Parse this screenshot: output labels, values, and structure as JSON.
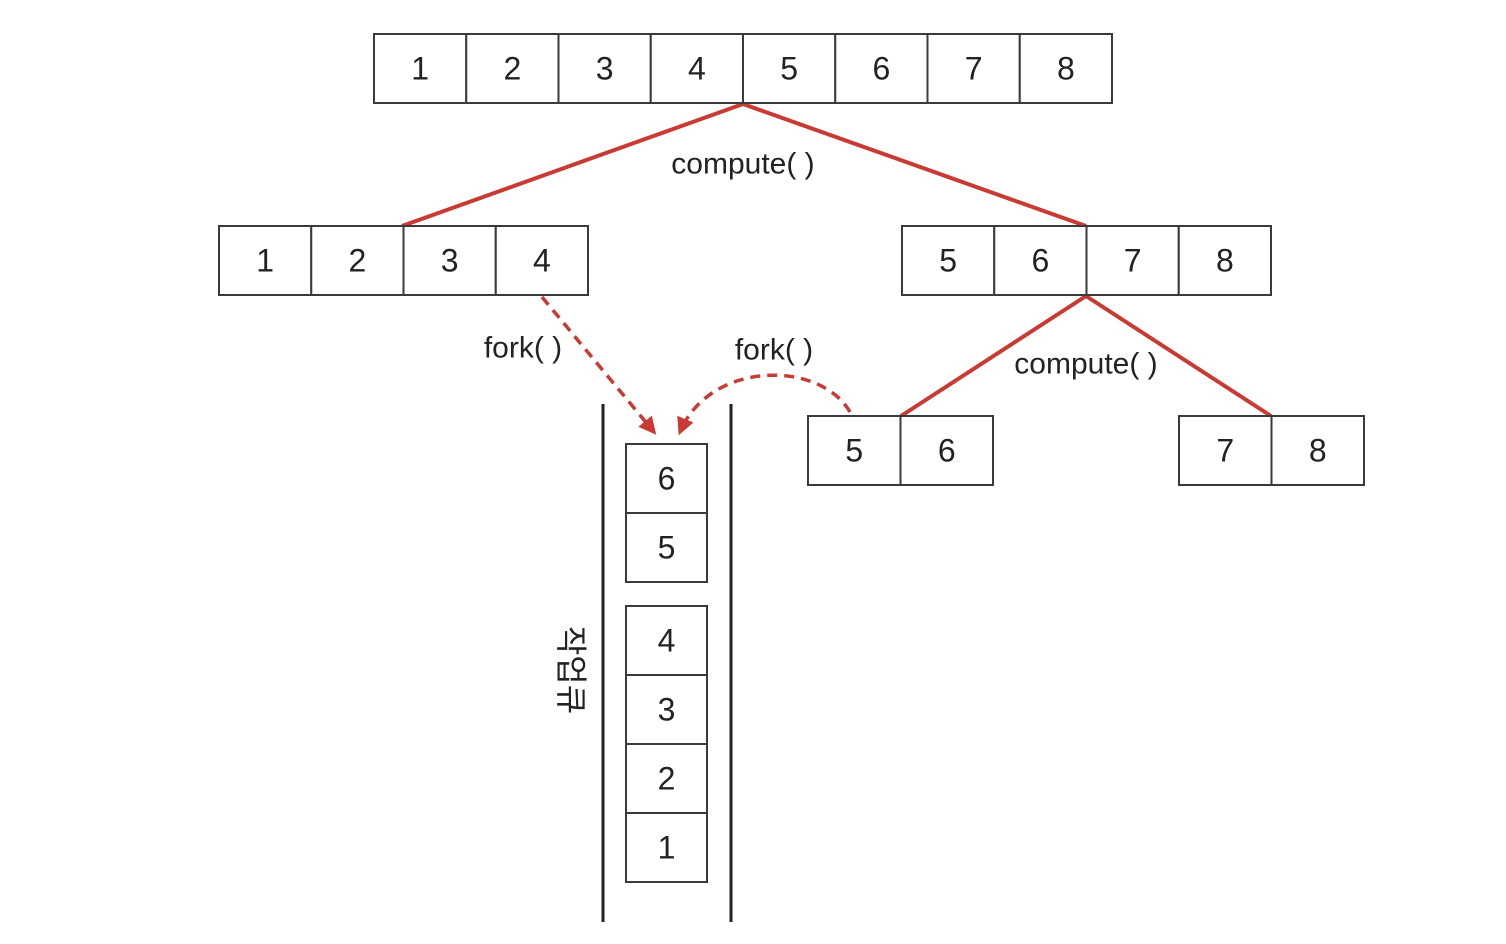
{
  "colors": {
    "accent": "#c83a32",
    "box_border": "#3a3a3a",
    "text": "#222222"
  },
  "top_array": {
    "cells": [
      "1",
      "2",
      "3",
      "4",
      "5",
      "6",
      "7",
      "8"
    ]
  },
  "level1": {
    "left": {
      "cells": [
        "1",
        "2",
        "3",
        "4"
      ]
    },
    "right": {
      "cells": [
        "5",
        "6",
        "7",
        "8"
      ]
    }
  },
  "level2": {
    "left": {
      "cells": [
        "5",
        "6"
      ]
    },
    "right": {
      "cells": [
        "7",
        "8"
      ]
    }
  },
  "labels": {
    "compute_top": "compute( )",
    "compute_right": "compute( )",
    "fork_left": "fork( )",
    "fork_right": "fork( )"
  },
  "queue": {
    "title": "작업큐",
    "top_group": [
      "6",
      "5"
    ],
    "bottom_group": [
      "4",
      "3",
      "2",
      "1"
    ]
  }
}
